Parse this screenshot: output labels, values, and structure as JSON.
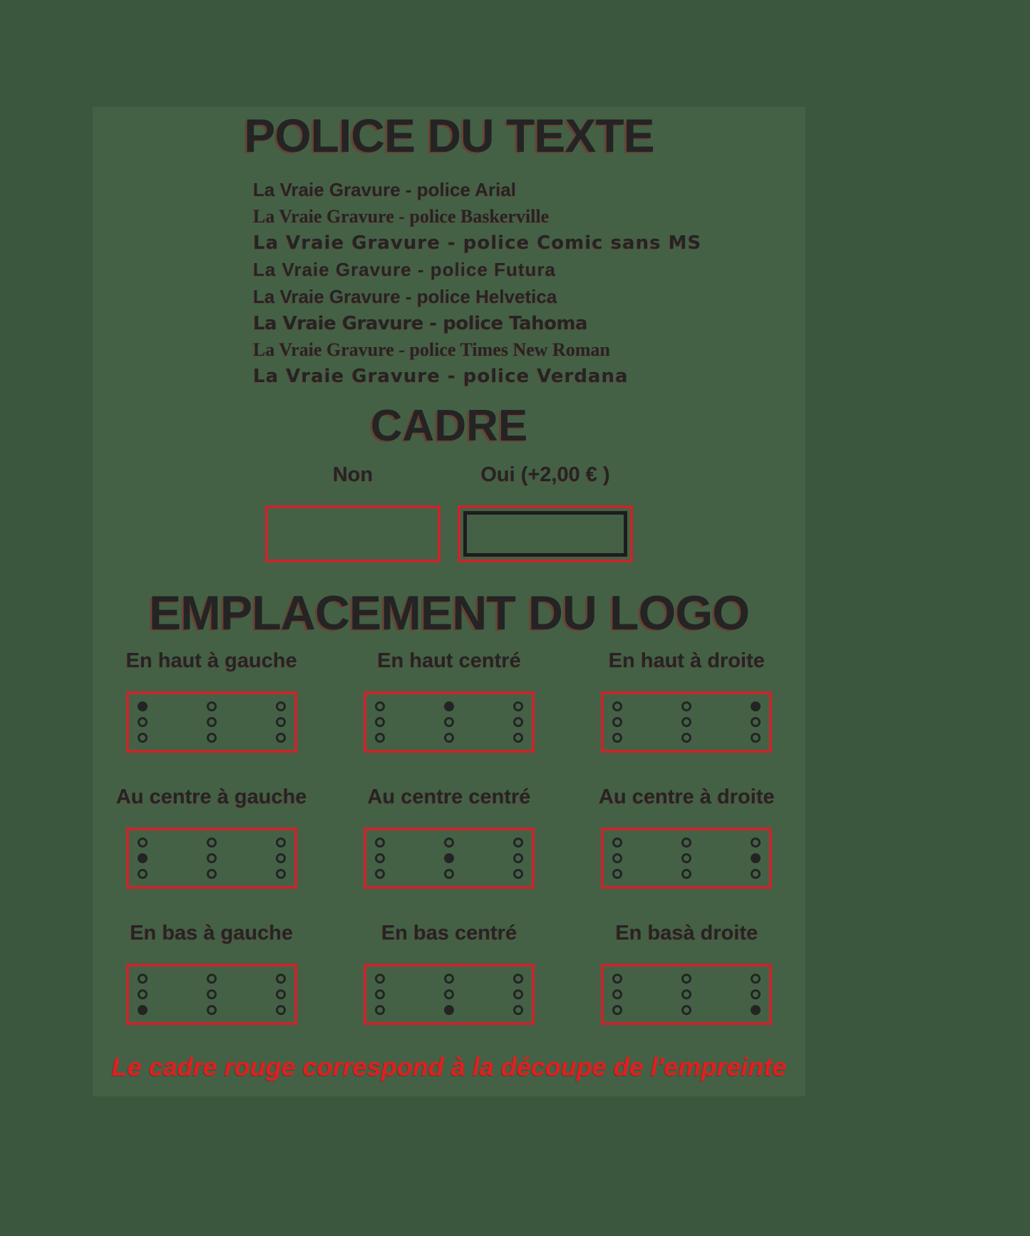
{
  "colors": {
    "background_green": "#3b573d",
    "panel_green": "#446146",
    "text_dark": "#242424",
    "frame_red": "#c5272b",
    "note_red": "#e01f1f"
  },
  "font_section": {
    "title": "POLICE DU TEXTE",
    "samples": [
      {
        "label": "La Vraie Gravure - police Arial",
        "font_name": "Arial"
      },
      {
        "label": "La Vraie Gravure - police Baskerville",
        "font_name": "Baskerville"
      },
      {
        "label": "La Vraie Gravure - police Comic sans MS",
        "font_name": "Comic sans MS"
      },
      {
        "label": "La Vraie Gravure - police Futura",
        "font_name": "Futura"
      },
      {
        "label": "La Vraie Gravure - police Helvetica",
        "font_name": "Helvetica"
      },
      {
        "label": "La Vraie Gravure - police Tahoma",
        "font_name": "Tahoma"
      },
      {
        "label": "La Vraie Gravure - police Times New Roman",
        "font_name": "Times New Roman"
      },
      {
        "label": "La Vraie Gravure - police Verdana",
        "font_name": "Verdana"
      }
    ]
  },
  "cadre_section": {
    "title": "CADRE",
    "options": [
      {
        "label": "Non",
        "has_frame": false
      },
      {
        "label": "Oui (+2,00 € )",
        "has_frame": true
      }
    ]
  },
  "logo_section": {
    "title": "EMPLACEMENT DU LOGO",
    "options": [
      {
        "label": "En haut à gauche",
        "filled_dot": 0
      },
      {
        "label": "En haut centré",
        "filled_dot": 1
      },
      {
        "label": "En haut à droite",
        "filled_dot": 2
      },
      {
        "label": "Au centre à gauche",
        "filled_dot": 3
      },
      {
        "label": "Au centre centré",
        "filled_dot": 4
      },
      {
        "label": "Au centre à droite",
        "filled_dot": 5
      },
      {
        "label": "En bas à gauche",
        "filled_dot": 6
      },
      {
        "label": "En bas centré",
        "filled_dot": 7
      },
      {
        "label": "En basà droite",
        "filled_dot": 8
      }
    ]
  },
  "footer": {
    "note": "Le cadre rouge correspond à la découpe de l'empreinte"
  }
}
